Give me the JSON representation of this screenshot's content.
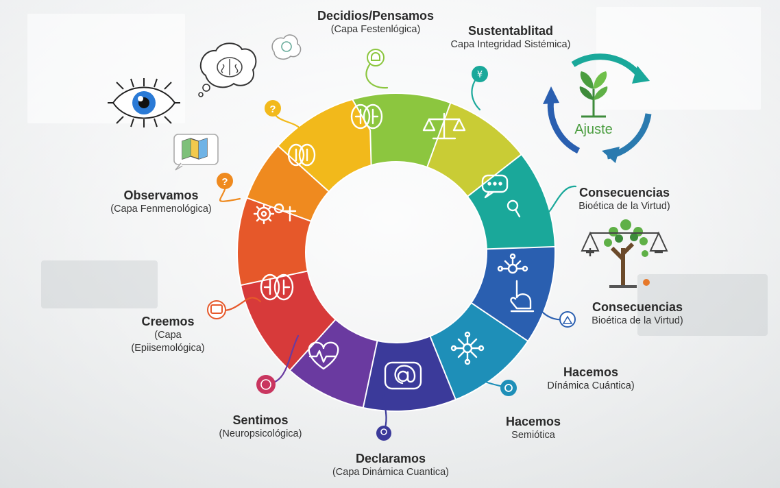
{
  "labels": {
    "decidimos": {
      "title": "Decidios/Pensamos",
      "sub": "(Capa Festenlógica)"
    },
    "sustentabilidad": {
      "title": "Sustentablitad",
      "sub": "Capa Integridad Sistémica)"
    },
    "observamos": {
      "title": "Observamos",
      "sub": "(Capa Fenmenológica)"
    },
    "consecuencias1": {
      "title": "Consecuencias",
      "sub": "Bioética de la Virtud)"
    },
    "consecuencias2": {
      "title": "Consecuencias",
      "sub": "Bioética de la Virtud)"
    },
    "creemos": {
      "title": "Creemos",
      "sub1": "(Capa",
      "sub2": "(Epiisemológica)"
    },
    "hacemos1": {
      "title": "Hacemos",
      "sub": "Dínámica Cuántica)"
    },
    "hacemos2": {
      "title": "Hacemos",
      "sub": "Semiótica"
    },
    "sentimos": {
      "title": "Sentimos",
      "sub": "(Neuropsicológica)"
    },
    "declaramos": {
      "title": "Declaramos",
      "sub": "(Capa Dinámica Cuantica)"
    }
  },
  "cycle": {
    "center_text": "Ajuste"
  },
  "colors": {
    "green": "#8cc63f",
    "yellow_green": "#c9cc35",
    "yellow": "#f2b91b",
    "orange": "#ef8a1f",
    "red_orange": "#e6582a",
    "red": "#d73a3a",
    "purple": "#6a3aa0",
    "indigo": "#3b3a9a",
    "blue": "#2a5fb0",
    "teal": "#1e8fb8",
    "teal_green": "#1aa89a"
  },
  "icons": [
    "brain-icon",
    "scales-icon",
    "chat-icon",
    "magnifier-icon",
    "network-icon",
    "hand-pointer-icon",
    "at-icon",
    "heart-pulse-icon",
    "gears-icon",
    "eye-icon",
    "thought-bubble-icon",
    "map-icon",
    "question-icon",
    "tree-scales-icon",
    "recycle-arrows-icon",
    "plant-icon"
  ]
}
